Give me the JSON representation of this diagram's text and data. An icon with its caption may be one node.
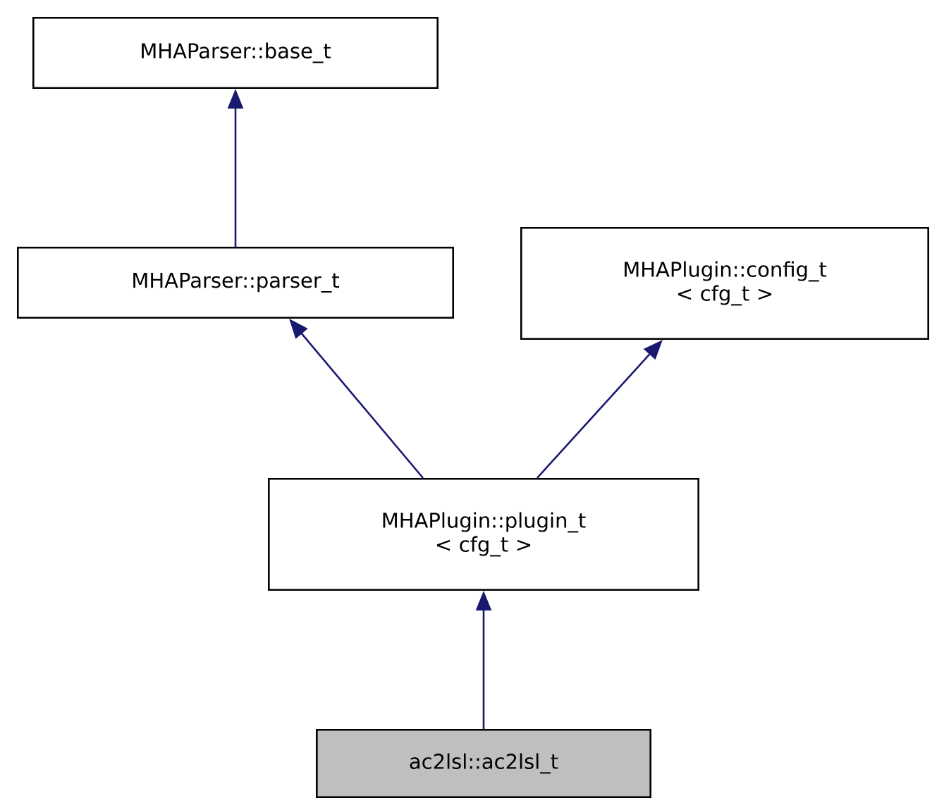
{
  "diagram": {
    "nodes": [
      {
        "text": [
          "MHAParser::base_t"
        ]
      },
      {
        "text": [
          "MHAParser::parser_t"
        ]
      },
      {
        "text": [
          "MHAPlugin::config_t < cfg_t >"
        ]
      },
      {
        "text": [
          "MHAPlugin::plugin_t < cfg_t >"
        ]
      },
      {
        "text": [
          "ac2lsl::ac2lsl_t"
        ]
      }
    ],
    "edges": [
      {
        "from": 1,
        "to": 0,
        "arrow": "to"
      },
      {
        "from": 3,
        "to": 1,
        "arrow": "to"
      },
      {
        "from": 3,
        "to": 2,
        "arrow": "to"
      },
      {
        "from": 4,
        "to": 3,
        "arrow": "to"
      }
    ]
  }
}
